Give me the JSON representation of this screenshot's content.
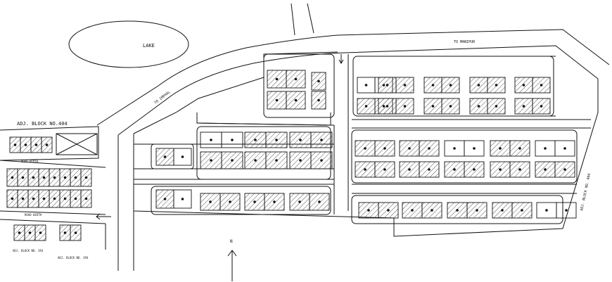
{
  "labels": {
    "lake": "LAKE",
    "to_manipur": "TO MANIPUR",
    "to_imphal": "TO IMPHAL",
    "adj_block_404": "ADJ. BLOCK NO.404",
    "road_top": "ROAD WIDTH",
    "road_mid": "ROAD WIDTH",
    "adj_block_left": "ADJ. BLOCK NO. 393",
    "adj_block_right": "ADJ. BLOCK NO. 394",
    "adj_block_east": "ADJ. BLOCK NO. 404",
    "north": "N"
  },
  "colors": {
    "line": "#111111",
    "hatch": "#555555",
    "paper": "#ffffff"
  }
}
